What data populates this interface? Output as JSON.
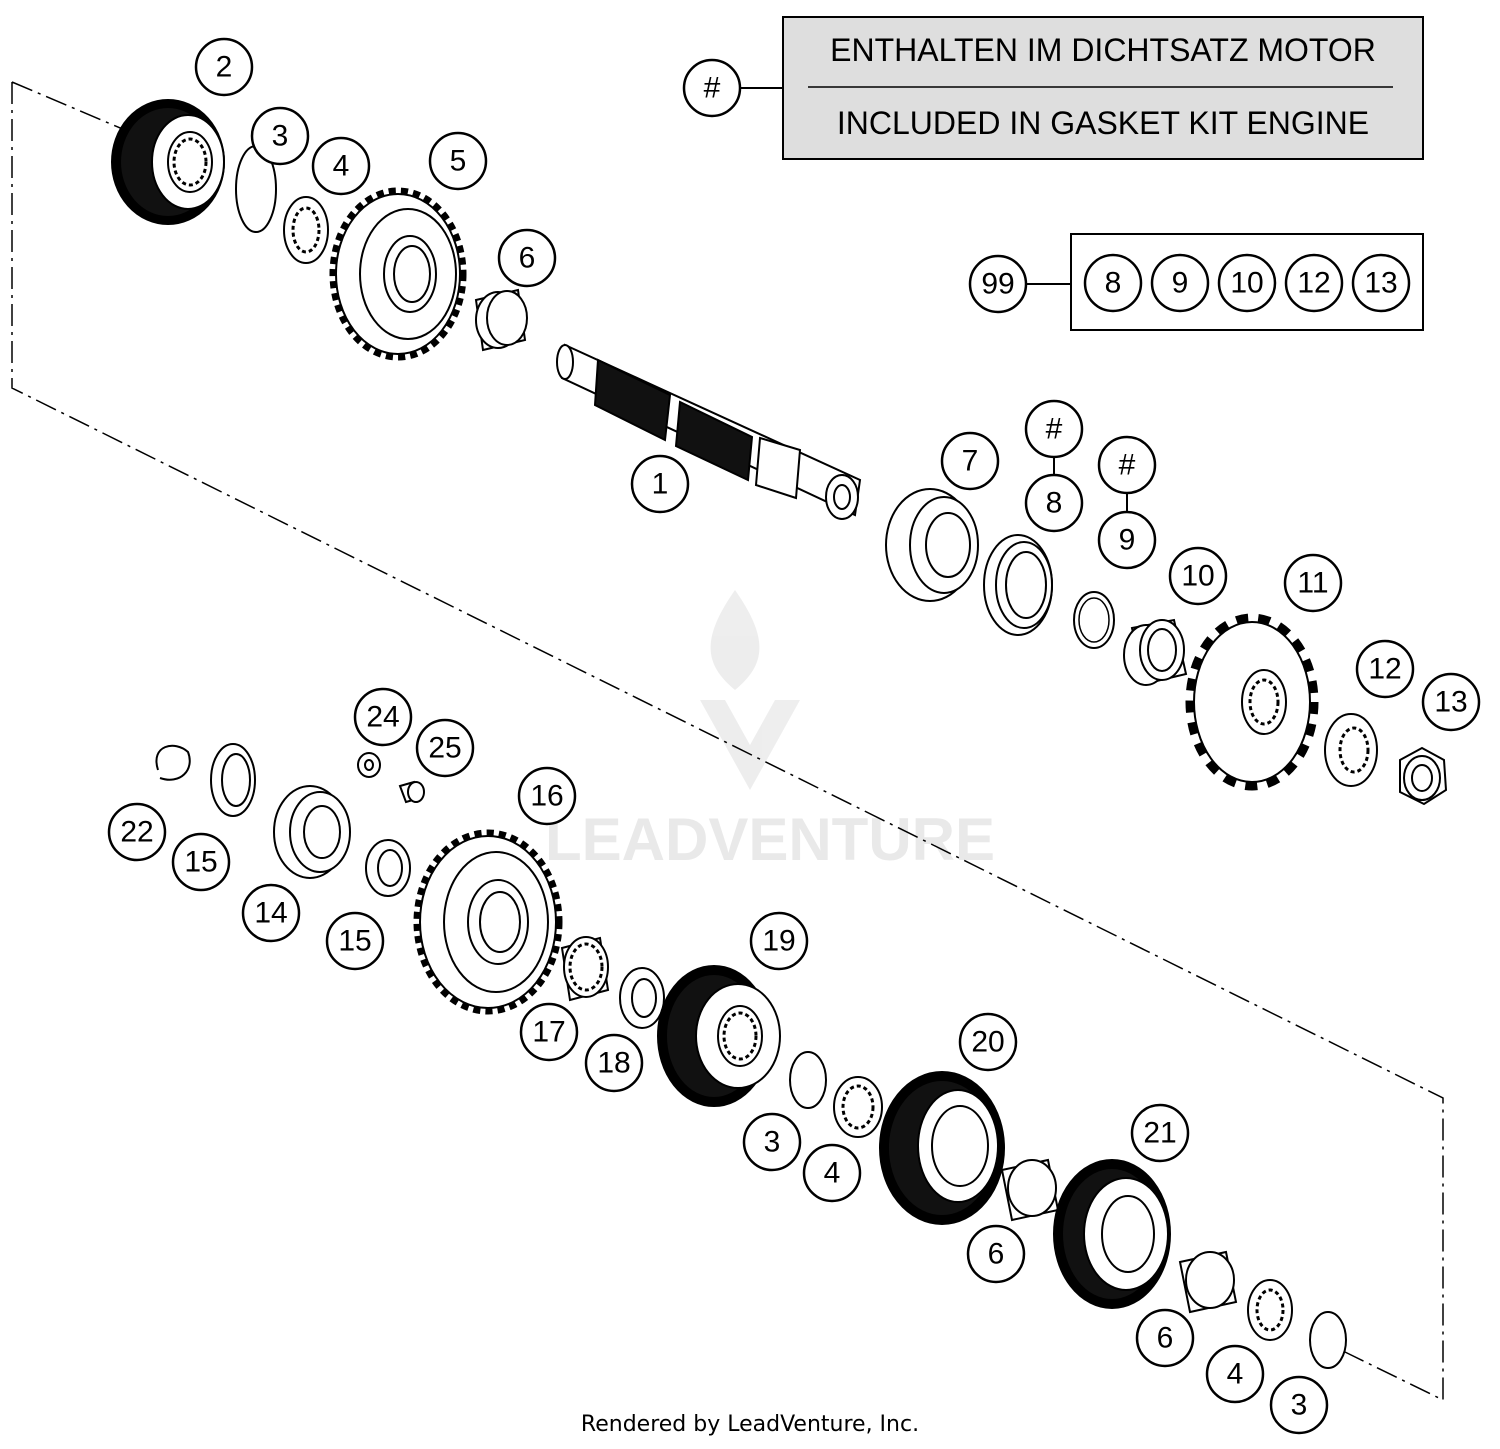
{
  "legend": {
    "symbol": "#",
    "line1": "ENTHALTEN IM DICHTSATZ MOTOR",
    "line2": "INCLUDED IN GASKET KIT ENGINE"
  },
  "kit": {
    "number": "99",
    "members": [
      "8",
      "9",
      "10",
      "12",
      "13"
    ]
  },
  "callouts": {
    "c1": "1",
    "c2": "2",
    "c3a": "3",
    "c4a": "4",
    "c5": "5",
    "c6a": "6",
    "c7": "7",
    "c8": "8",
    "c8h": "#",
    "c9": "9",
    "c9h": "#",
    "c10": "10",
    "c11": "11",
    "c12": "12",
    "c13": "13",
    "c14": "14",
    "c15a": "15",
    "c15b": "15",
    "c16": "16",
    "c17": "17",
    "c18": "18",
    "c19": "19",
    "c20": "20",
    "c21": "21",
    "c22": "22",
    "c24": "24",
    "c25": "25",
    "c3b": "3",
    "c4b": "4",
    "c6b": "6",
    "c6c": "6",
    "c4c": "4",
    "c3c": "3"
  },
  "watermark": "LEADVENTURE",
  "footer": "Rendered by LeadVenture, Inc."
}
